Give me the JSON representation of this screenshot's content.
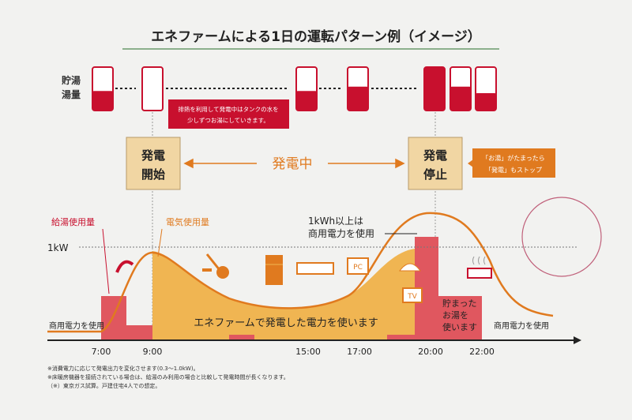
{
  "title": "エネファームによる1日の運転パターン例（イメージ）",
  "tank_label": [
    "貯湯",
    "湯量"
  ],
  "tank_levels": [
    0.45,
    0,
    0.45,
    0.55,
    1.0,
    0.55,
    0.4
  ],
  "callout_heat": [
    "排熱を利用して発電中はタンクの水を",
    "少しずつお湯にしていきます。"
  ],
  "start_box": [
    "発電",
    "開始"
  ],
  "stop_box": [
    "発電",
    "停止"
  ],
  "generating": "発電中",
  "stop_callout": [
    "「お湯」がたまったら",
    "「発電」もストップ"
  ],
  "legend_hot_water": "給湯使用量",
  "legend_electricity": "電気使用量",
  "kw_label": "1kW",
  "over_1kwh": [
    "1kWh以上は",
    "商用電力を使用"
  ],
  "center_text": "エネファームで発電した電力を使います",
  "grid_left": "商用電力を使用",
  "grid_right": "商用電力を使用",
  "stored_water": [
    "貯まった",
    "お湯を",
    "使います"
  ],
  "times": [
    "7:00",
    "9:00",
    "15:00",
    "17:00",
    "20:00",
    "22:00"
  ],
  "appliance_labels": {
    "pc": "PC",
    "tv": "TV"
  },
  "notes": [
    "※消費電力に応じて発電出力を変化させます(0.3〜1.0kW)。",
    "※床暖房機器を接続されている場合は、給湯のみ利用の場合と比較して発電時間が長くなります。",
    "（※）東京ガス試算。戸建住宅4人での想定。"
  ],
  "colors": {
    "red": "#c8102e",
    "orange": "#e07a1f",
    "area": "#f0b552",
    "box": "#f1d6a3"
  }
}
